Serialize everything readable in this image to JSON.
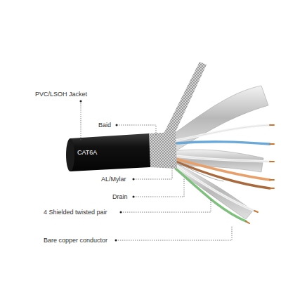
{
  "diagram": {
    "labels": [
      "PVC/LSOH Jacket",
      "Baid",
      "CAT6A",
      "AL/Mylar",
      "Drain",
      "4 Shielded twisted pair",
      "Bare copper conductor"
    ]
  }
}
